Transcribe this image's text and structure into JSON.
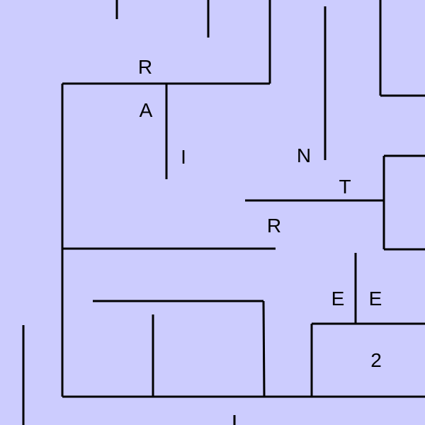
{
  "board": {
    "background_color": "#ccccfe",
    "wall_color": "#000000",
    "letters": [
      "R",
      "A",
      "I",
      "N",
      "T",
      "R",
      "E",
      "E",
      "2"
    ]
  }
}
